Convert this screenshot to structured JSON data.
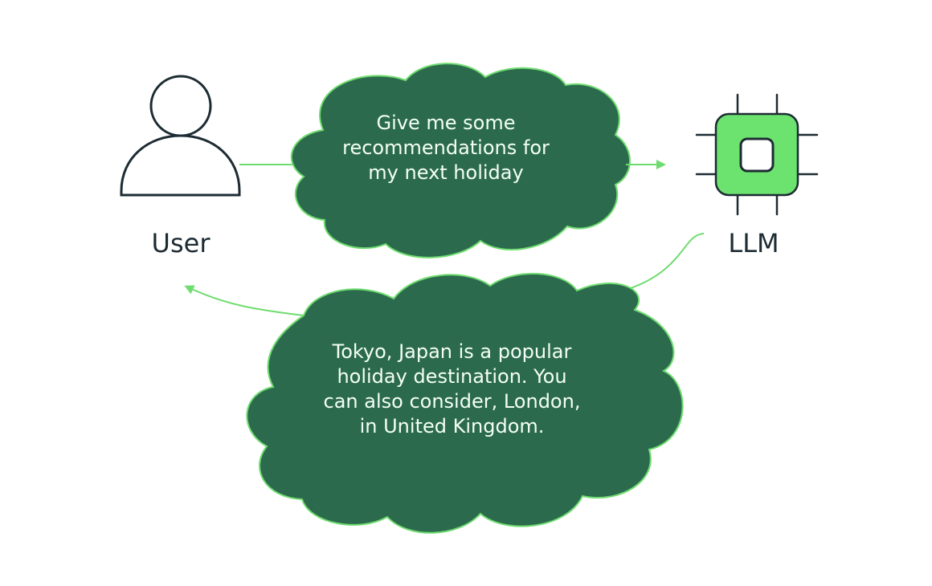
{
  "actors": {
    "user": {
      "label": "User",
      "icon": "user-icon"
    },
    "llm": {
      "label": "LLM",
      "icon": "chip-icon"
    }
  },
  "request": {
    "text": "Give me some recommendations for my next holiday"
  },
  "response": {
    "text": "Tokyo, Japan is a popular holiday destination. You can also consider, London, in United Kingdom."
  },
  "colors": {
    "bubble_fill": "#2c6a4e",
    "bubble_outline": "#6fdc6f",
    "chip_fill": "#6ce36f",
    "arrow": "#6fdc6f",
    "icon_stroke": "#1d2b33"
  }
}
